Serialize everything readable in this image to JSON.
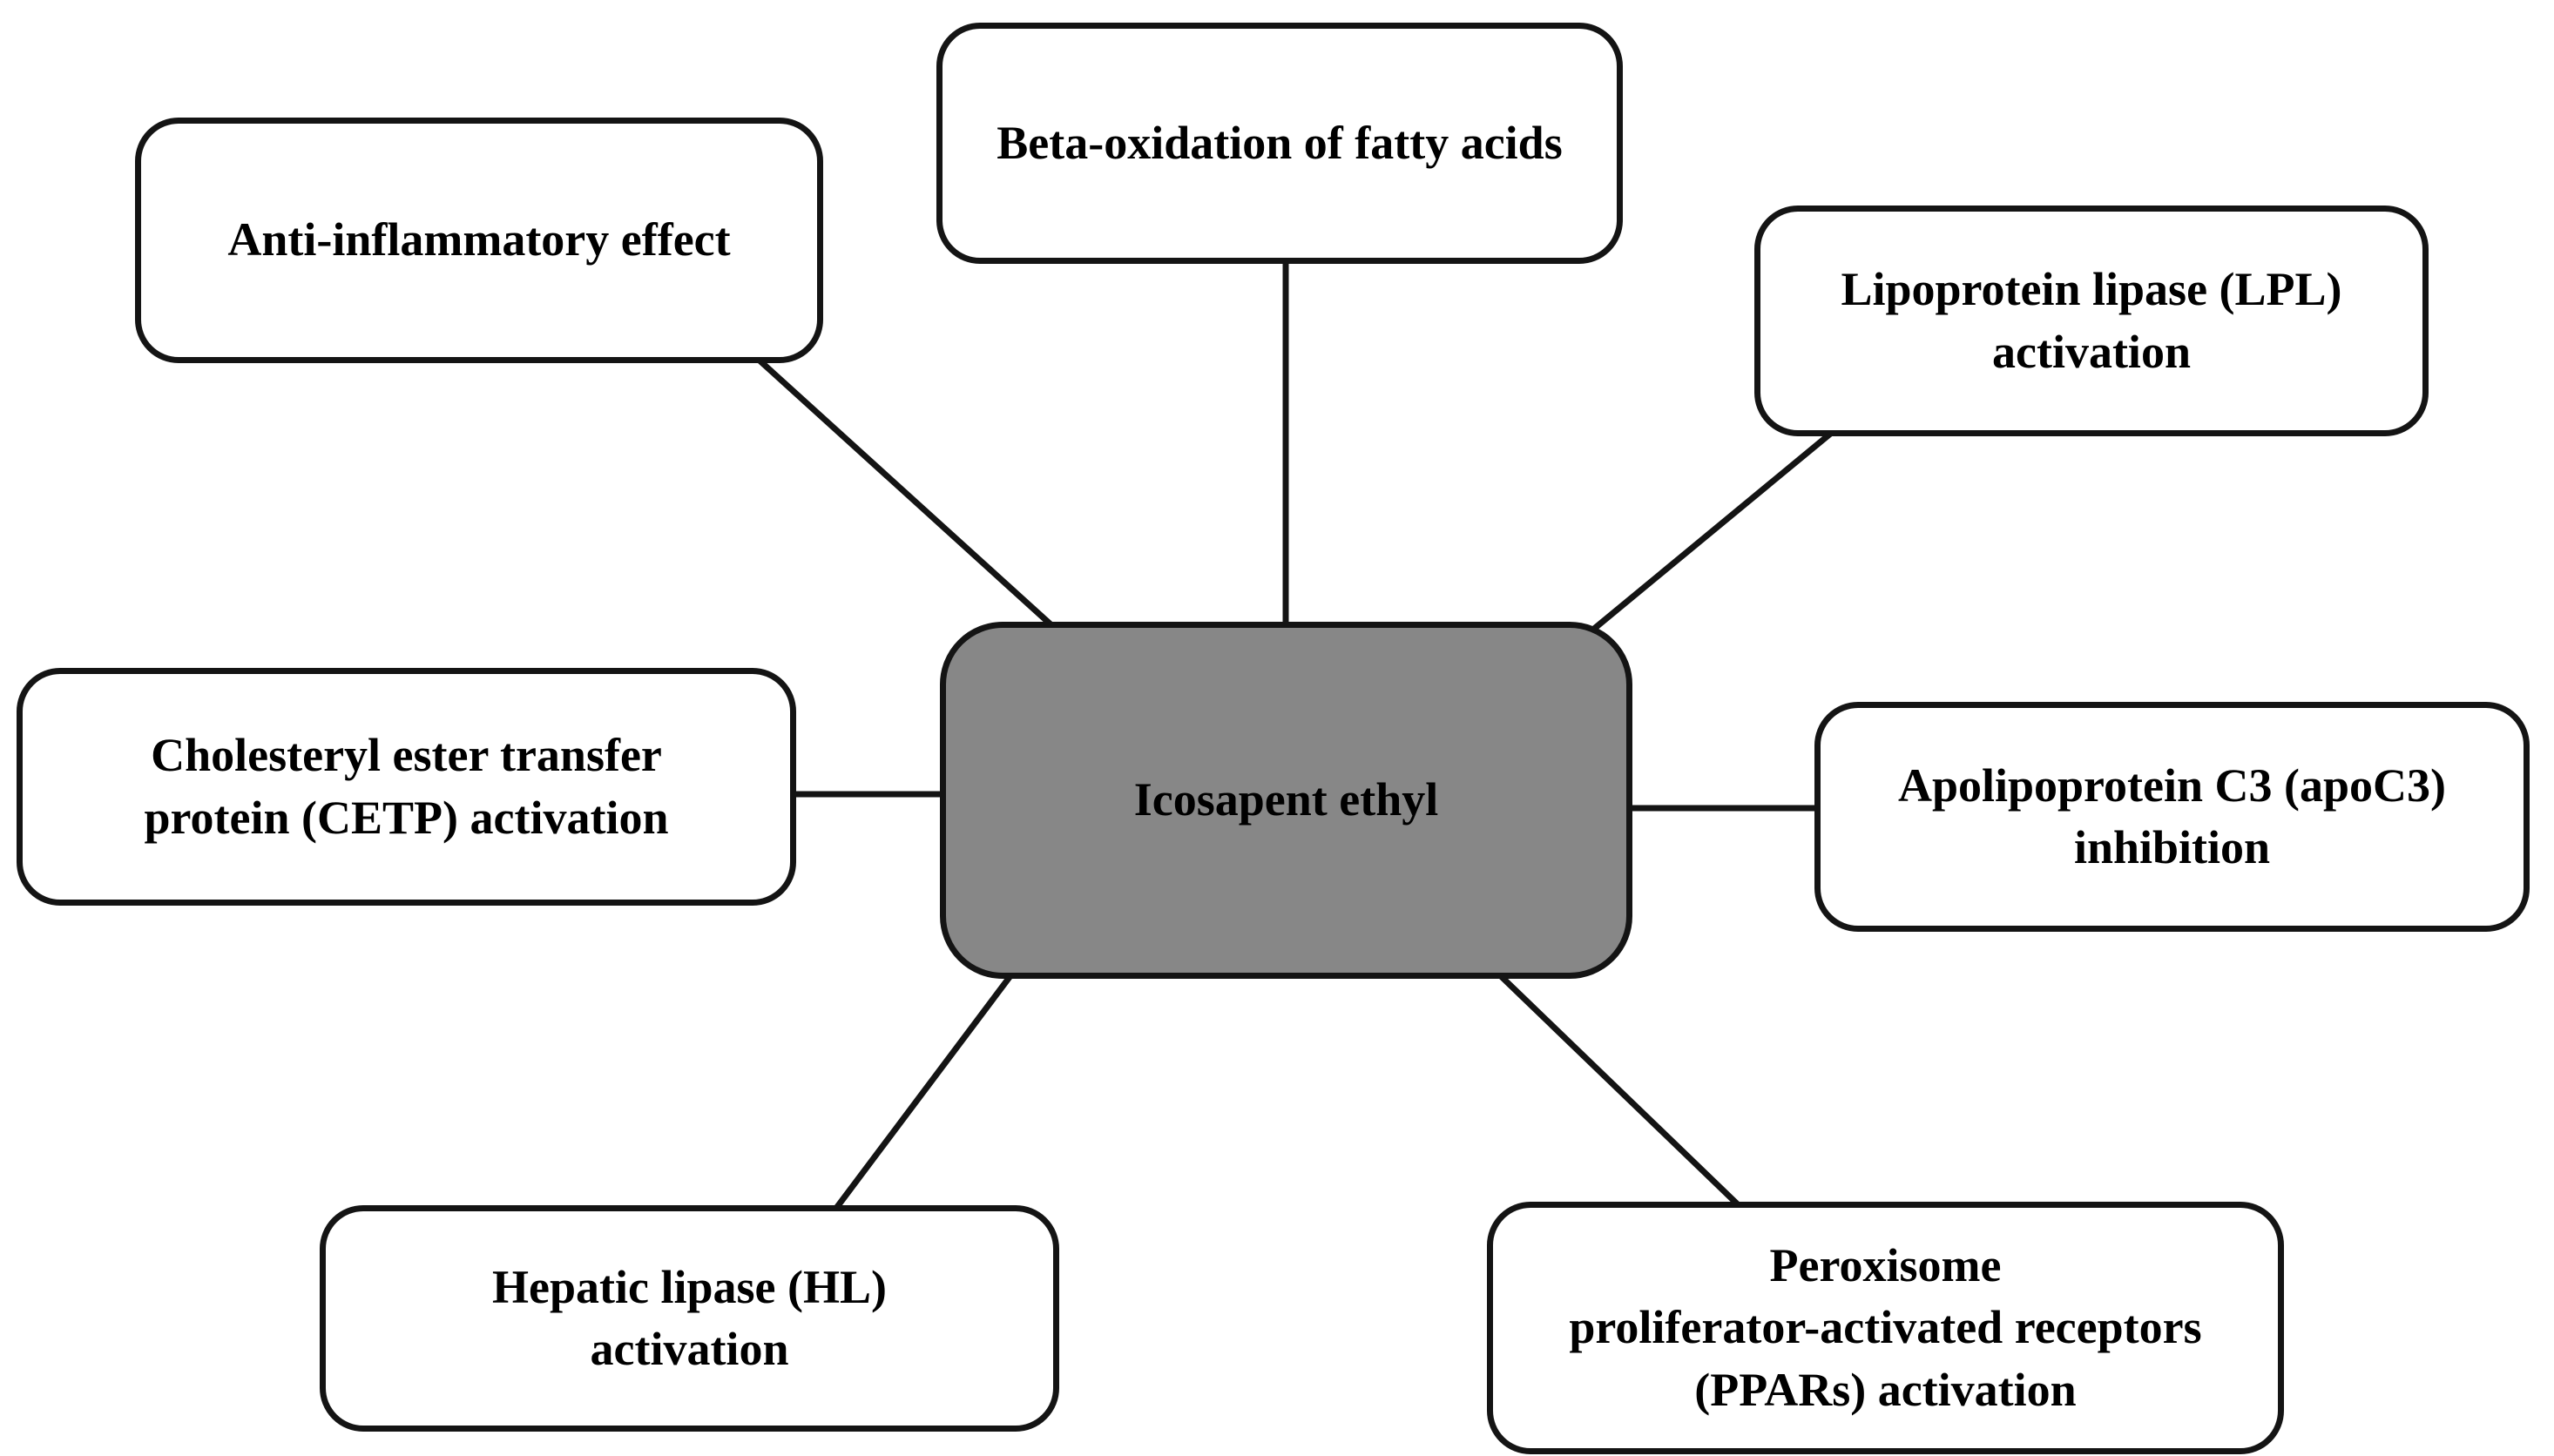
{
  "diagram": {
    "type": "concept-map",
    "colors": {
      "background": "#ffffff",
      "center_fill": "#878787",
      "node_fill": "#ffffff",
      "border": "#141414",
      "connector": "#141414",
      "text": "#000000"
    },
    "center": {
      "id": "icosapent-ethyl",
      "label": "Icosapent ethyl"
    },
    "nodes": [
      {
        "id": "anti-inflammatory",
        "lines": [
          "Anti-inflammatory effect"
        ]
      },
      {
        "id": "beta-oxidation",
        "lines": [
          "Beta-oxidation of fatty acids"
        ]
      },
      {
        "id": "lpl-activation",
        "lines": [
          "Lipoprotein lipase (LPL)",
          "activation"
        ]
      },
      {
        "id": "cetp-activation",
        "lines": [
          "Cholesteryl ester transfer",
          "protein (CETP) activation"
        ]
      },
      {
        "id": "apoc3-inhibition",
        "lines": [
          "Apolipoprotein C3 (apoC3)",
          "inhibition"
        ]
      },
      {
        "id": "hl-activation",
        "lines": [
          "Hepatic lipase (HL)",
          "activation"
        ]
      },
      {
        "id": "ppars-activation",
        "lines": [
          "Peroxisome",
          "proliferator-activated receptors",
          "(PPARs) activation"
        ]
      }
    ],
    "edges": [
      {
        "from": "icosapent-ethyl",
        "to": "anti-inflammatory"
      },
      {
        "from": "icosapent-ethyl",
        "to": "beta-oxidation"
      },
      {
        "from": "icosapent-ethyl",
        "to": "lpl-activation"
      },
      {
        "from": "icosapent-ethyl",
        "to": "cetp-activation"
      },
      {
        "from": "icosapent-ethyl",
        "to": "apoc3-inhibition"
      },
      {
        "from": "icosapent-ethyl",
        "to": "hl-activation"
      },
      {
        "from": "icosapent-ethyl",
        "to": "ppars-activation"
      }
    ]
  }
}
